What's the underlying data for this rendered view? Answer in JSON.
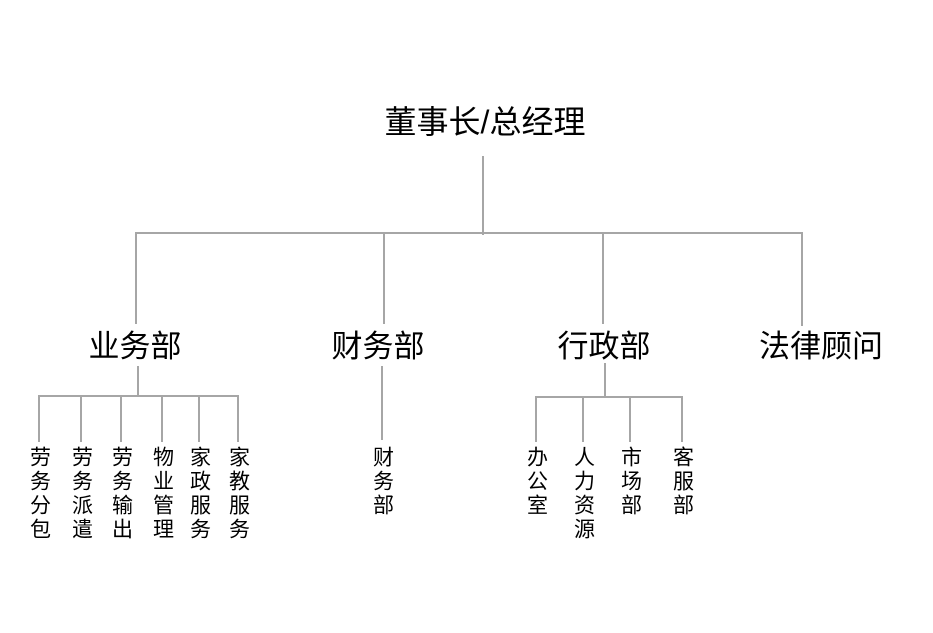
{
  "colors": {
    "line": "#a6a6a6",
    "text": "#000000",
    "background": "#ffffff"
  },
  "tree": {
    "label": "董事长/总经理",
    "children": [
      {
        "label": "业务部",
        "children": [
          {
            "label": "劳务分包"
          },
          {
            "label": "劳务派遣"
          },
          {
            "label": "劳务输出"
          },
          {
            "label": "物业管理"
          },
          {
            "label": "家政服务"
          },
          {
            "label": "家教服务"
          }
        ]
      },
      {
        "label": "财务部",
        "children": [
          {
            "label": "财务部"
          }
        ]
      },
      {
        "label": "行政部",
        "children": [
          {
            "label": "办公室"
          },
          {
            "label": "人力资源"
          },
          {
            "label": "市场部"
          },
          {
            "label": "客服部"
          }
        ]
      },
      {
        "label": "法律顾问",
        "children": []
      }
    ]
  }
}
